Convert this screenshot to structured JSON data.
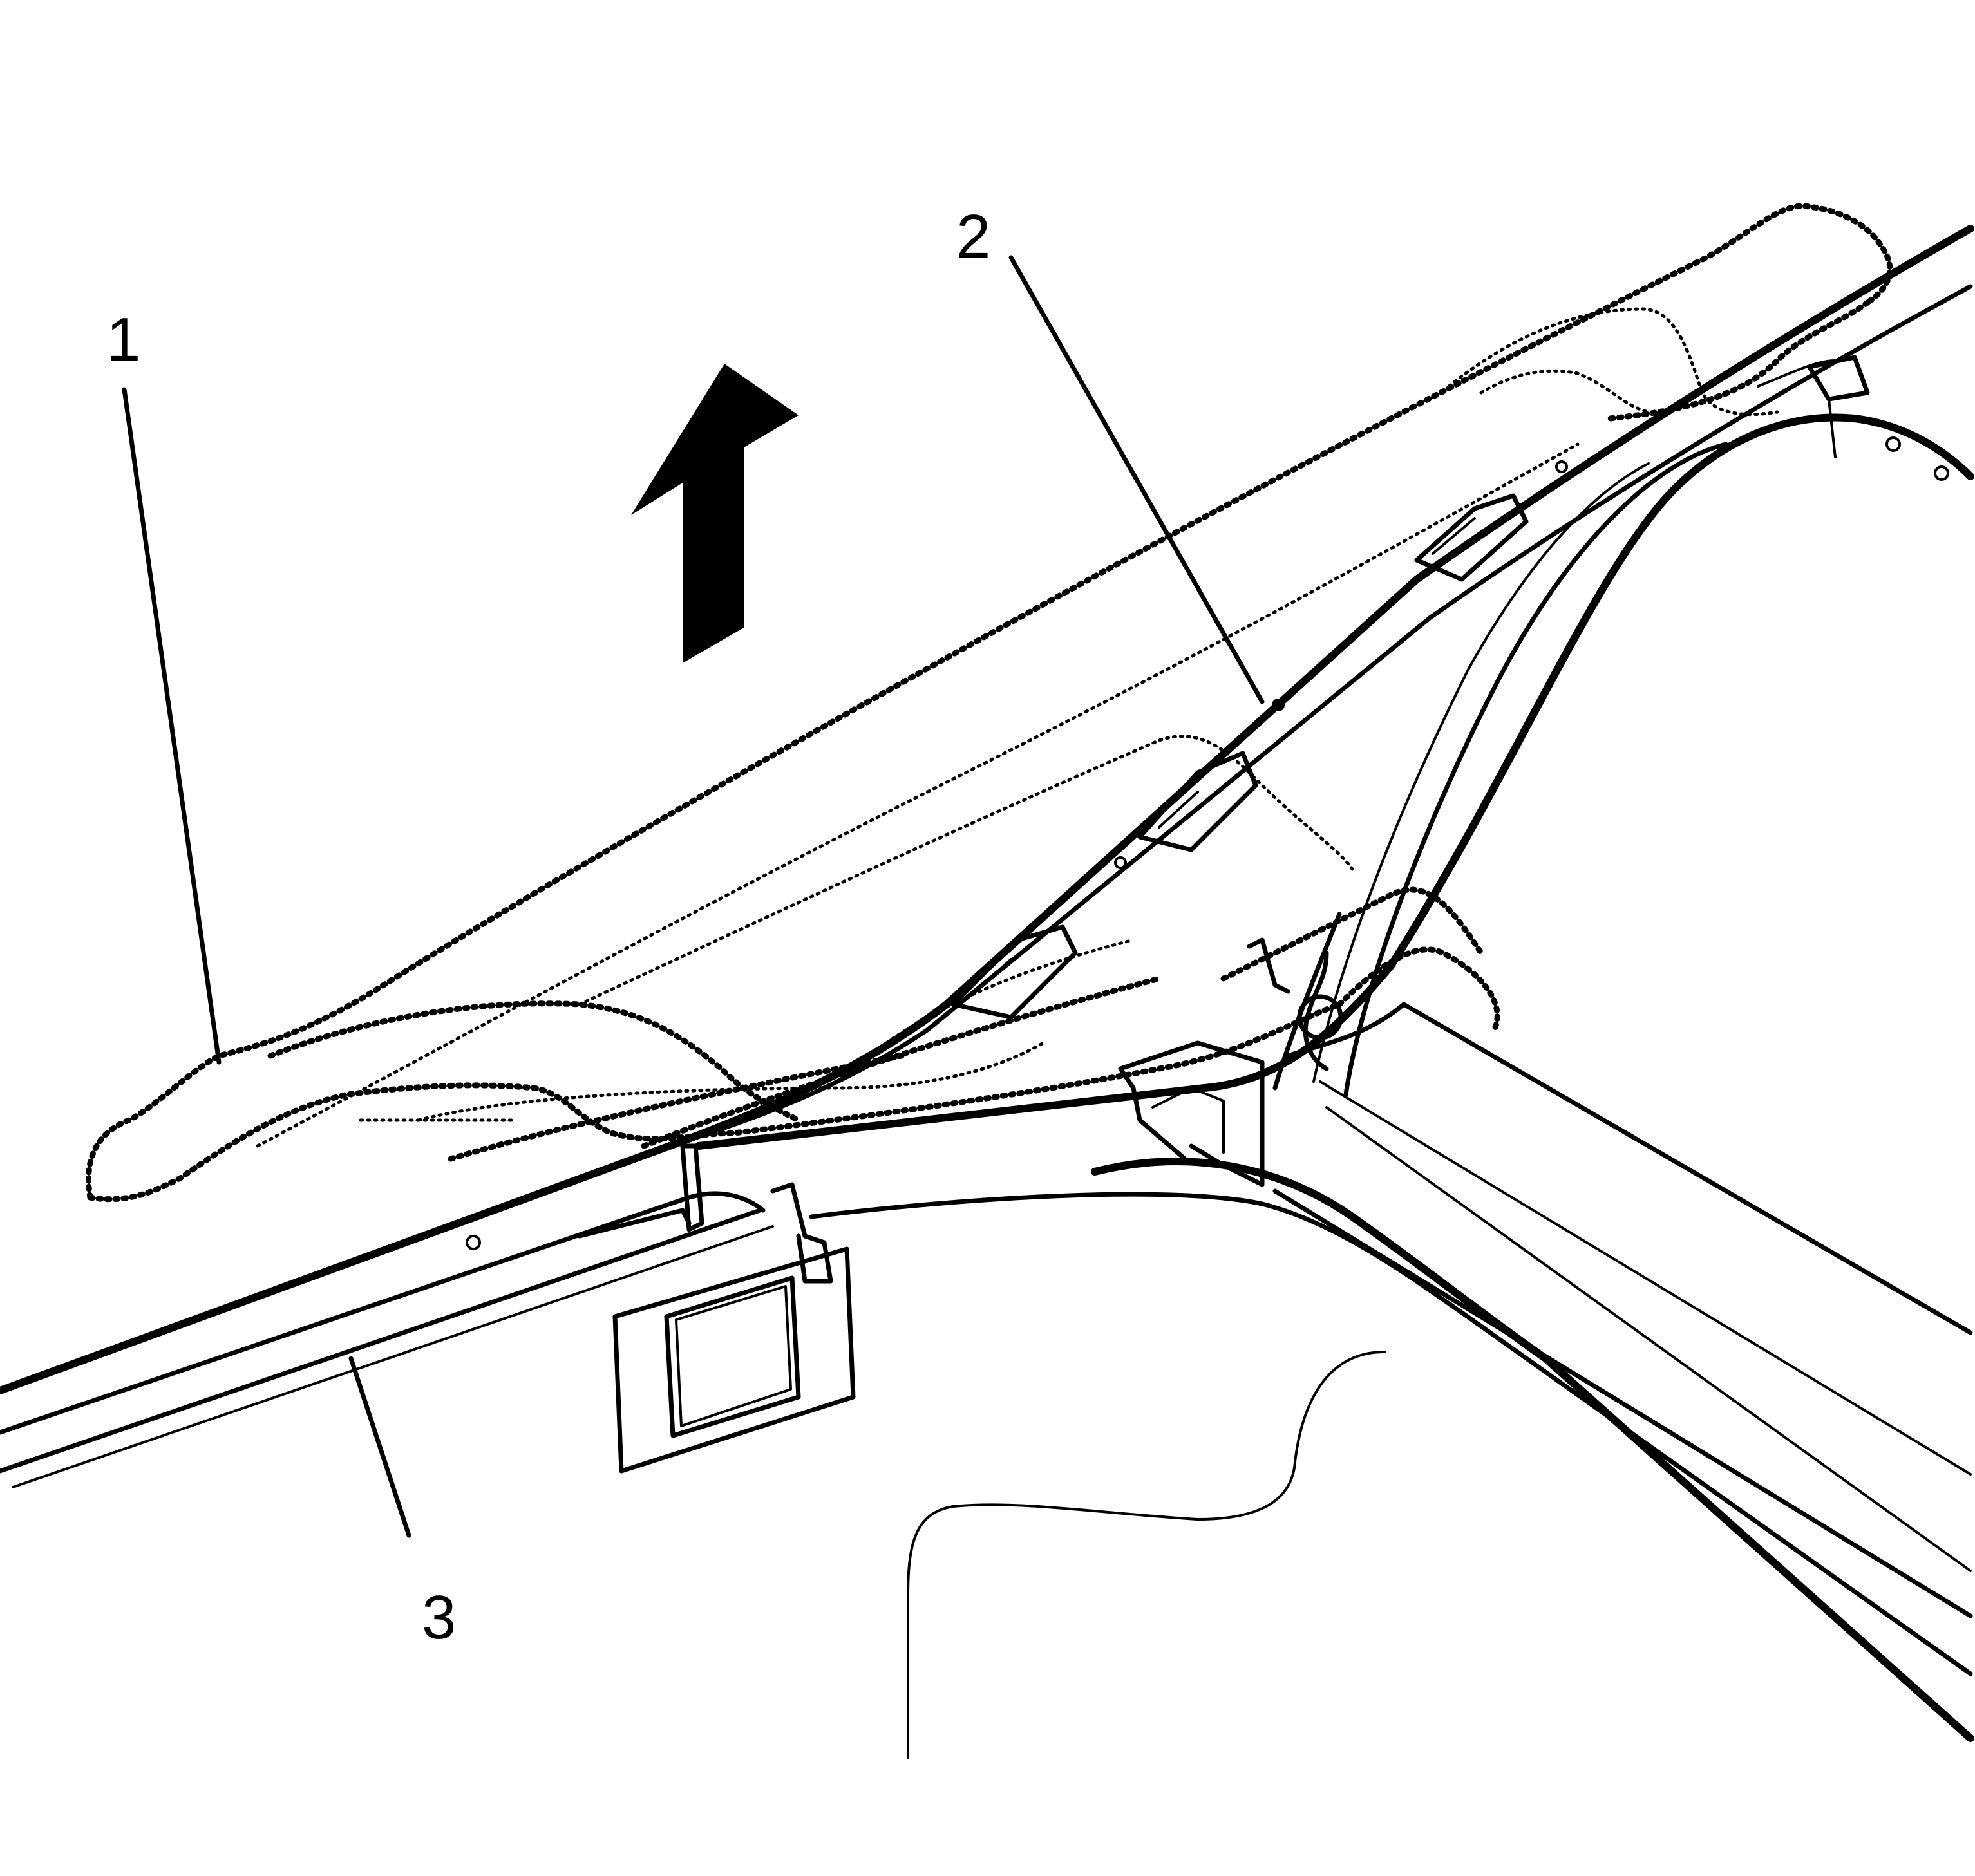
{
  "callouts": {
    "one": "1",
    "two": "2",
    "three": "3"
  },
  "motion_arrow": {
    "direction": "up"
  }
}
